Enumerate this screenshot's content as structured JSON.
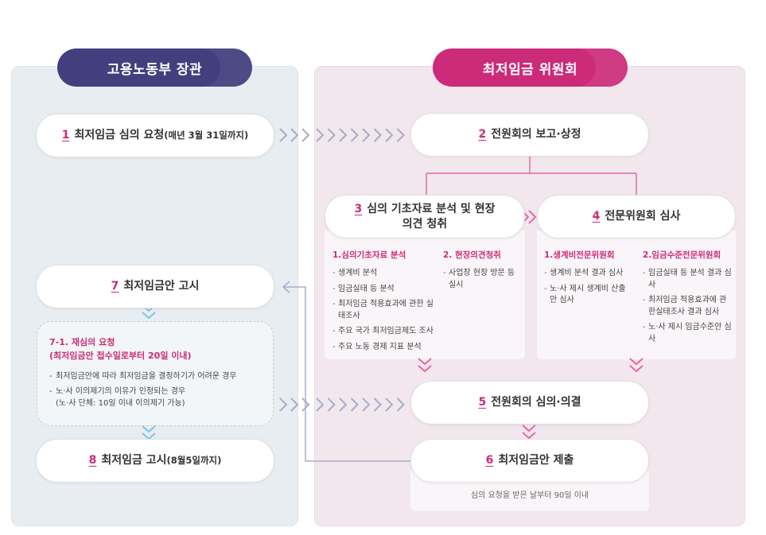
{
  "headers": {
    "left": "고용노동부 장관",
    "right": "최저임금 위원회"
  },
  "steps": {
    "s1": {
      "num": "1",
      "label": "최저임금 심의 요청",
      "note": "(매년 3월 31일까지)"
    },
    "s2": {
      "num": "2",
      "label": "전원회의 보고·상정"
    },
    "s3": {
      "num": "3",
      "label": "심의 기초자료 분석 및 현장",
      "label2": "의견 청취"
    },
    "s4": {
      "num": "4",
      "label": "전문위원회 심사"
    },
    "s5": {
      "num": "5",
      "label": "전원회의 심의·의결"
    },
    "s6": {
      "num": "6",
      "label": "최저임금안 제출",
      "note": "심의 요청을 받은 날부터 90일 이내"
    },
    "s7": {
      "num": "7",
      "label": "최저임금안 고시"
    },
    "s8": {
      "num": "8",
      "label": "최저임금 고시",
      "note": "(8월5일까지)"
    }
  },
  "detail3": {
    "col1": {
      "title": "1.심의기초자료 분석",
      "items": [
        "생계비 분석",
        "임금실태 등 분석",
        "최저임금 적용효과에 관한 실태조사",
        "주요 국가 최저임금제도 조사",
        "주요 노동 경제 지표 분석"
      ]
    },
    "col2": {
      "title": "2. 현장의견청취",
      "items": [
        "사업장 현장 방문 등 실시"
      ]
    }
  },
  "detail4": {
    "col1": {
      "title": "1.생계비전문위원회",
      "items": [
        "생계비 분석 결과 심사",
        "노·사 제시 생계비 산출안 심사"
      ]
    },
    "col2": {
      "title": "2.임금수준전문위원회",
      "items": [
        "임금실태 등 분석 결과 심사",
        "최저임금 적용효과에 관한실태조사 결과 심사",
        "노·사 제시 임금수준안 심사"
      ]
    }
  },
  "reconsider": {
    "title1": "7-1. 재심의 요청",
    "title2": "(최저임금안 접수일로부터 20일 이내)",
    "items": [
      "최저임금안에 따라 최저임금을 결정하기가 어려운 경우",
      "노·사 이의제기의 이유가 인정되는 경우"
    ],
    "sub": "(노·사 단체: 10일 이내 이의제기 가능)"
  },
  "colors": {
    "left_header": "#423f7f",
    "right_header": "#cc2b79",
    "accent": "#cc2b79",
    "chevron_gray": "#a7adc6",
    "chevron_blue": "#7cc4ea",
    "chevron_pink": "#e26aa6"
  }
}
